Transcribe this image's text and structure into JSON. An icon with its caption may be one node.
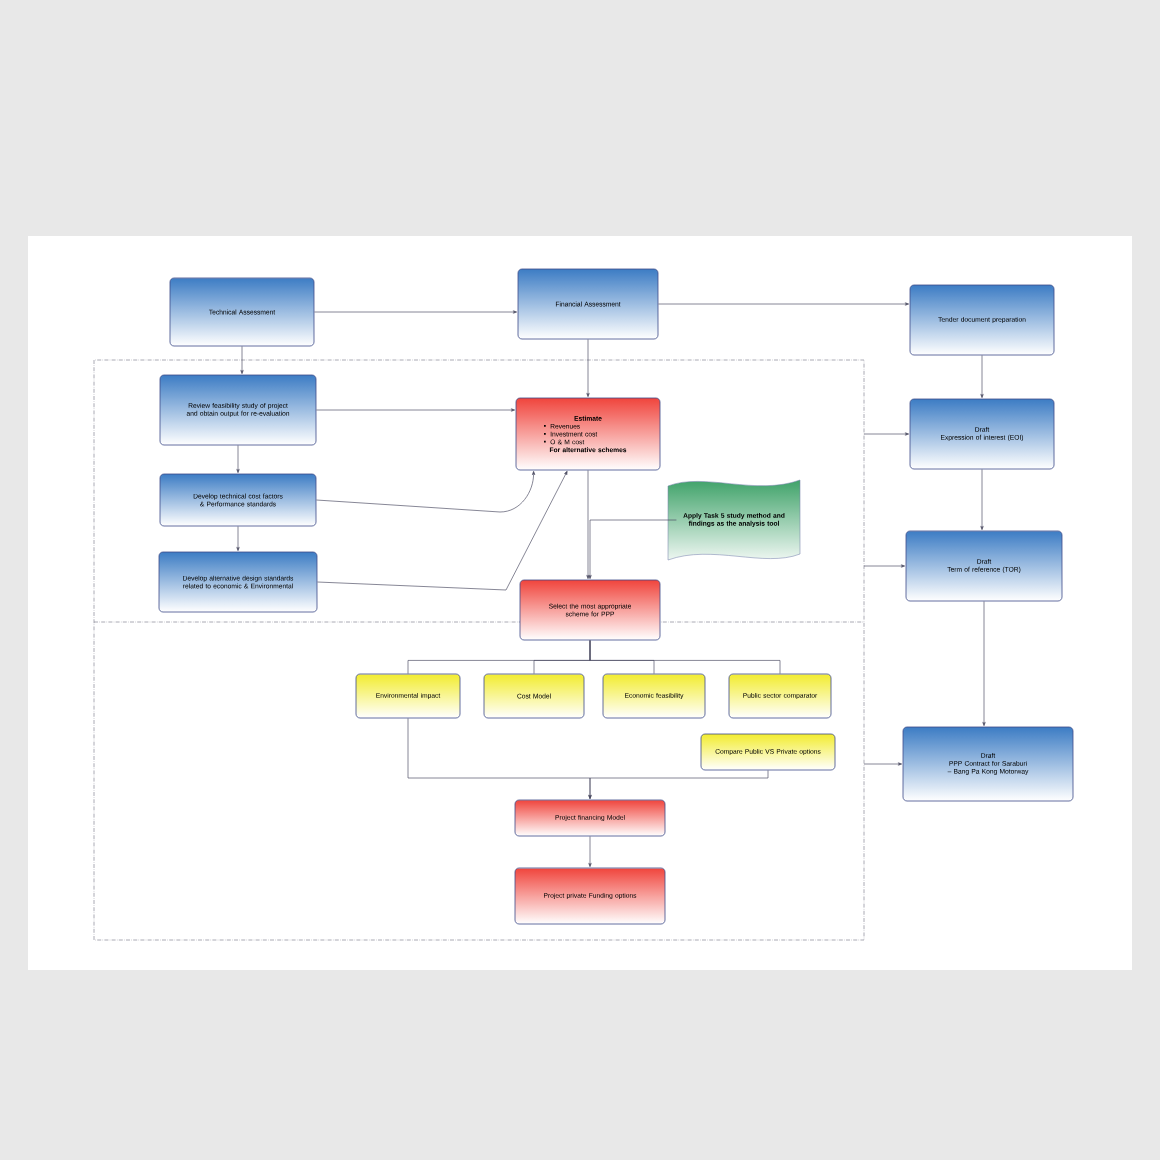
{
  "diagram": {
    "nodes": [
      {
        "text": [
          "Technical Assessment"
        ]
      },
      {
        "text": [
          "Financial Assessment"
        ]
      },
      {
        "text": [
          "Tender document preparation"
        ]
      },
      {
        "text": [
          "Review feasibility study of project and obtain output for re-evaluation"
        ]
      },
      {
        "text": [
          "Develop technical cost factors & Performance standards"
        ]
      },
      {
        "text": [
          "Develop alternative design standards related to economic & Environmental"
        ]
      },
      {
        "text": [
          "Estimate",
          "Revenues",
          "Investment cost",
          "O & M cost",
          "For alternative schemes"
        ]
      },
      {
        "text": [
          "Apply Task 5 study method and findings as the analysis tool"
        ]
      },
      {
        "text": [
          "Select the most appropriate scheme for PPP"
        ]
      },
      {
        "text": [
          "Draft",
          "Expression of interest (EOI)"
        ]
      },
      {
        "text": [
          "Draft",
          "Term of reference (TOR)"
        ]
      },
      {
        "text": [
          "Environmental impact"
        ]
      },
      {
        "text": [
          "Cost Model"
        ]
      },
      {
        "text": [
          "Economic feasibility"
        ]
      },
      {
        "text": [
          "Public sector comparator"
        ]
      },
      {
        "text": [
          "Compare Public VS Private options"
        ]
      },
      {
        "text": [
          "Project financing Model"
        ]
      },
      {
        "text": [
          "Project private Funding options"
        ]
      },
      {
        "text": [
          "Draft",
          "PPP Contract for Saraburi – Bang Pa Kong Motorway"
        ]
      }
    ],
    "edges": [
      {
        "from": 0,
        "to": 1,
        "arrow": "to"
      },
      {
        "from": 1,
        "to": 2,
        "arrow": "to"
      },
      {
        "from": 0,
        "to": 3,
        "arrow": "to"
      },
      {
        "from": 3,
        "to": 4,
        "arrow": "to"
      },
      {
        "from": 4,
        "to": 5,
        "arrow": "to"
      },
      {
        "from": 1,
        "to": 6,
        "arrow": "to"
      },
      {
        "from": 3,
        "to": 6,
        "arrow": "to"
      },
      {
        "from": 4,
        "to": 6,
        "arrow": "to"
      },
      {
        "from": 5,
        "to": 6,
        "arrow": "to"
      },
      {
        "from": 6,
        "to": 8,
        "arrow": "to"
      },
      {
        "from": 7,
        "to": 8,
        "arrow": "to"
      },
      {
        "from": 8,
        "to": 11,
        "arrow": "none"
      },
      {
        "from": 8,
        "to": 12,
        "arrow": "none"
      },
      {
        "from": 8,
        "to": 13,
        "arrow": "none"
      },
      {
        "from": 8,
        "to": 14,
        "arrow": "none"
      },
      {
        "from": 11,
        "to": 16,
        "arrow": "to"
      },
      {
        "from": 15,
        "to": 16,
        "arrow": "to"
      },
      {
        "from": 16,
        "to": 17,
        "arrow": "to"
      },
      {
        "from": 2,
        "to": 9,
        "arrow": "to"
      },
      {
        "from": 9,
        "to": 10,
        "arrow": "to"
      },
      {
        "from": 10,
        "to": 18,
        "arrow": "to"
      },
      {
        "from": null,
        "to": 9,
        "arrow": "to"
      },
      {
        "from": null,
        "to": 10,
        "arrow": "to"
      },
      {
        "from": null,
        "to": 18,
        "arrow": "to"
      }
    ]
  }
}
